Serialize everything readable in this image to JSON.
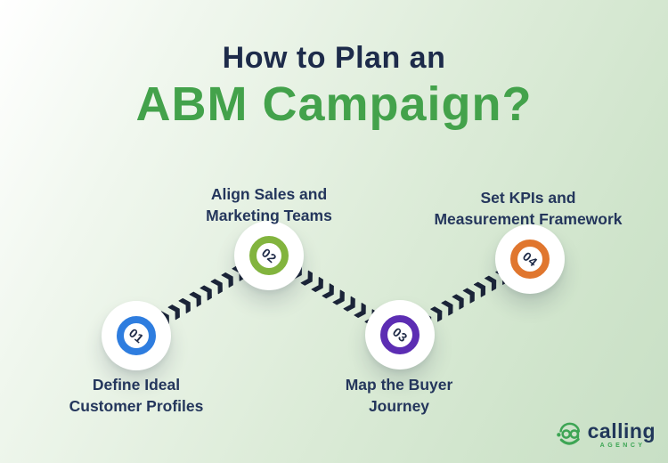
{
  "title": {
    "line1": "How to Plan an",
    "line2": "ABM Campaign?"
  },
  "steps": [
    {
      "number": "01",
      "label_line1": "Define Ideal",
      "label_line2": "Customer Profiles",
      "ring_color": "#2e7ddf"
    },
    {
      "number": "02",
      "label_line1": "Align Sales and",
      "label_line2": "Marketing Teams",
      "ring_color": "#82b43e"
    },
    {
      "number": "03",
      "label_line1": "Map the Buyer",
      "label_line2": "Journey",
      "ring_color": "#5c2db3"
    },
    {
      "number": "04",
      "label_line1": "Set KPIs and",
      "label_line2": "Measurement Framework",
      "ring_color": "#e0762e"
    }
  ],
  "logo": {
    "brand": "calling",
    "suffix": "AGENCY",
    "brand_color": "#21375a",
    "suffix_color": "#3da554",
    "icon_color": "#3da554"
  },
  "colors": {
    "background_start": "#ffffff",
    "background_end": "#c8dfc5",
    "title_primary": "#1d2b4a",
    "title_accent": "#43a24b",
    "connector": "#1b2438",
    "label_text": "#24365c",
    "number_text": "#1e2a47",
    "circle_fill": "#ffffff"
  }
}
